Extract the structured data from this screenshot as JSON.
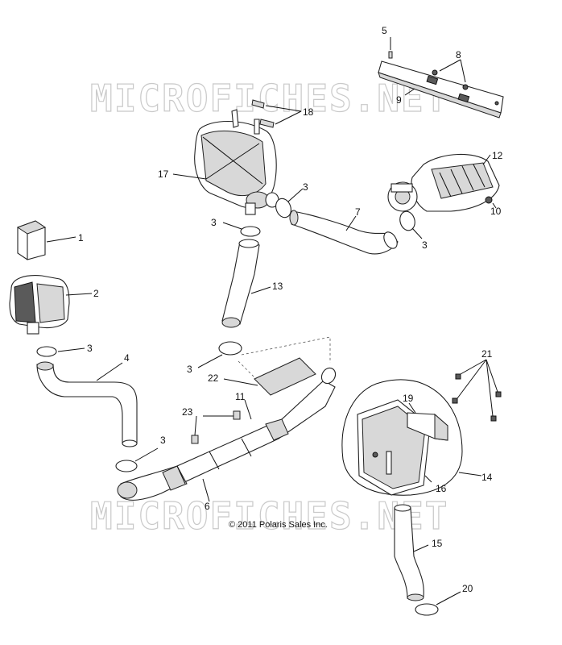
{
  "watermark": {
    "top": "MICROFICHES.NET",
    "bottom": "MICROFICHES.NET"
  },
  "copyright": "© 2011 Polaris Sales Inc.",
  "callouts": {
    "c1": "1",
    "c2": "2",
    "c3a": "3",
    "c3b": "3",
    "c3c": "3",
    "c3d": "3",
    "c3e": "3",
    "c3f": "3",
    "c4": "4",
    "c5": "5",
    "c6": "6",
    "c7": "7",
    "c8": "8",
    "c9": "9",
    "c10": "10",
    "c11": "11",
    "c12": "12",
    "c13": "13",
    "c14": "14",
    "c15": "15",
    "c16": "16",
    "c17": "17",
    "c18": "18",
    "c19": "19",
    "c20": "20",
    "c21": "21",
    "c22": "22",
    "c23": "23"
  }
}
